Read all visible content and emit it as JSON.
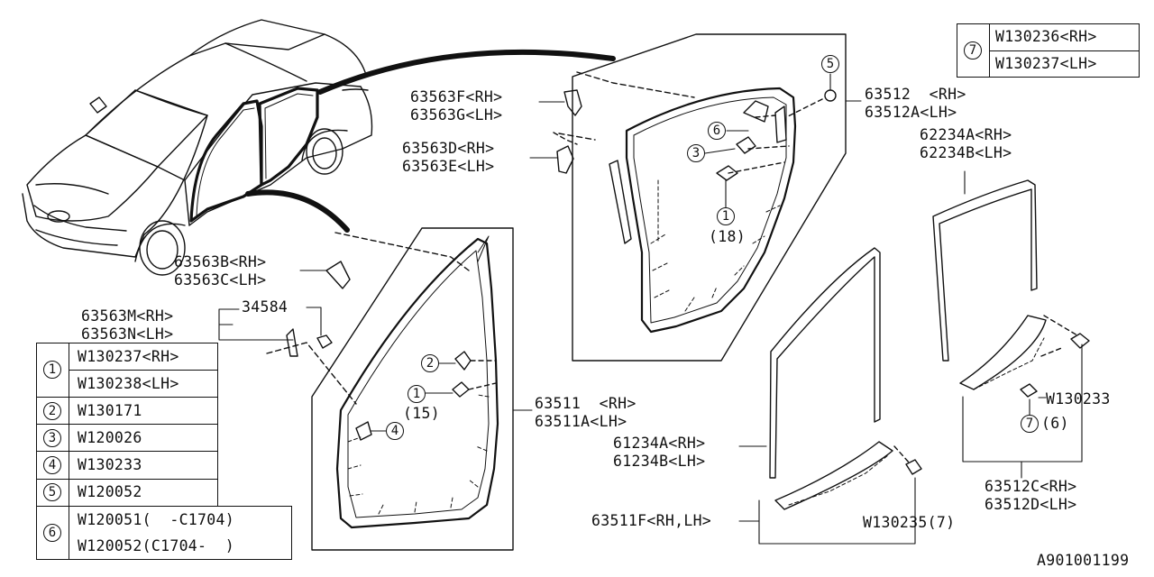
{
  "diagram_id": "A901001199",
  "callouts": {
    "p63563F": "63563F<RH>",
    "p63563G": "63563G<LH>",
    "p63563D": "63563D<RH>",
    "p63563E": "63563E<LH>",
    "p63563B": "63563B<RH>",
    "p63563C": "63563C<LH>",
    "p63563M": "63563M<RH>",
    "p63563N": "63563N<LH>",
    "p34584": "34584",
    "p63512": "63512  <RH>",
    "p63512A": "63512A<LH>",
    "p62234A": "62234A<RH>",
    "p62234B": "62234B<LH>",
    "p63511": "63511  <RH>",
    "p63511A": "63511A<LH>",
    "p61234A": "61234A<RH>",
    "p61234B": "61234B<LH>",
    "p63511F": "63511F<RH,LH>",
    "w130235": "W130235(7)",
    "w130233": "W130233",
    "qty7": "(6)",
    "p63512C": "63512C<RH>",
    "p63512D": "63512D<LH>",
    "qty1_rear": "(18)",
    "qty1_front": "(15)"
  },
  "markers": {
    "m1": "1",
    "m2": "2",
    "m3": "3",
    "m4": "4",
    "m5": "5",
    "m6": "6",
    "m7": "7"
  },
  "legend_top": {
    "index": "7",
    "rows": [
      "W130236<RH>",
      "W130237<LH>"
    ]
  },
  "legend_main": [
    {
      "index": "1",
      "rows": [
        "W130237<RH>",
        "W130238<LH>"
      ]
    },
    {
      "index": "2",
      "rows": [
        "W130171"
      ]
    },
    {
      "index": "3",
      "rows": [
        "W120026"
      ]
    },
    {
      "index": "4",
      "rows": [
        "W130233"
      ]
    },
    {
      "index": "5",
      "rows": [
        "W120052"
      ]
    },
    {
      "index": "6",
      "rows": [
        "W120051(  -C1704)",
        "W120052(C1704-  )"
      ]
    }
  ]
}
